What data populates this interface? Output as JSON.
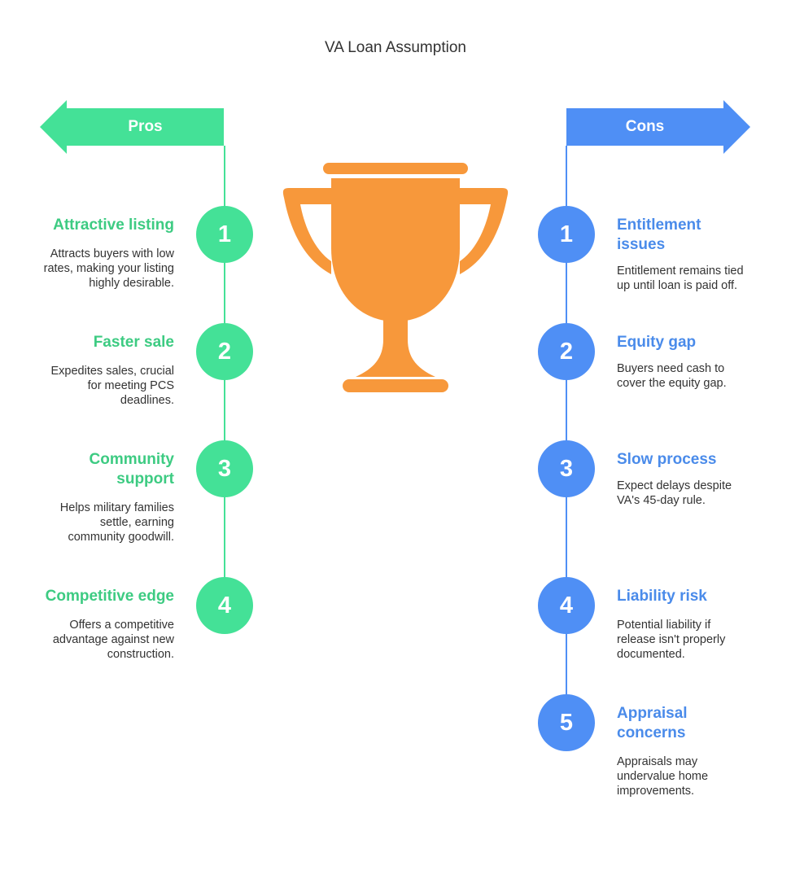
{
  "title": "VA Loan Assumption",
  "colors": {
    "pros": "#44e197",
    "pros_text": "#3dcb82",
    "cons": "#4f8ff5",
    "cons_text": "#4a8bea",
    "trophy": "#f7983b"
  },
  "pros": {
    "label": "Pros",
    "items": [
      {
        "number": "1",
        "title": "Attractive listing",
        "text": "Attracts buyers with low rates, making your listing highly desirable."
      },
      {
        "number": "2",
        "title": "Faster sale",
        "text": "Expedites sales, crucial for meeting PCS deadlines."
      },
      {
        "number": "3",
        "title": "Community support",
        "text": "Helps military families settle, earning community goodwill."
      },
      {
        "number": "4",
        "title": "Competitive edge",
        "text": "Offers a competitive advantage against new construction."
      }
    ]
  },
  "cons": {
    "label": "Cons",
    "items": [
      {
        "number": "1",
        "title": "Entitlement issues",
        "text": "Entitlement remains tied up until loan is paid off."
      },
      {
        "number": "2",
        "title": "Equity gap",
        "text": "Buyers need cash to cover the equity gap."
      },
      {
        "number": "3",
        "title": "Slow process",
        "text": "Expect delays despite VA's 45-day rule."
      },
      {
        "number": "4",
        "title": "Liability risk",
        "text": "Potential liability if release isn't properly documented."
      },
      {
        "number": "5",
        "title": "Appraisal concerns",
        "text": "Appraisals may undervalue home improvements."
      }
    ]
  }
}
